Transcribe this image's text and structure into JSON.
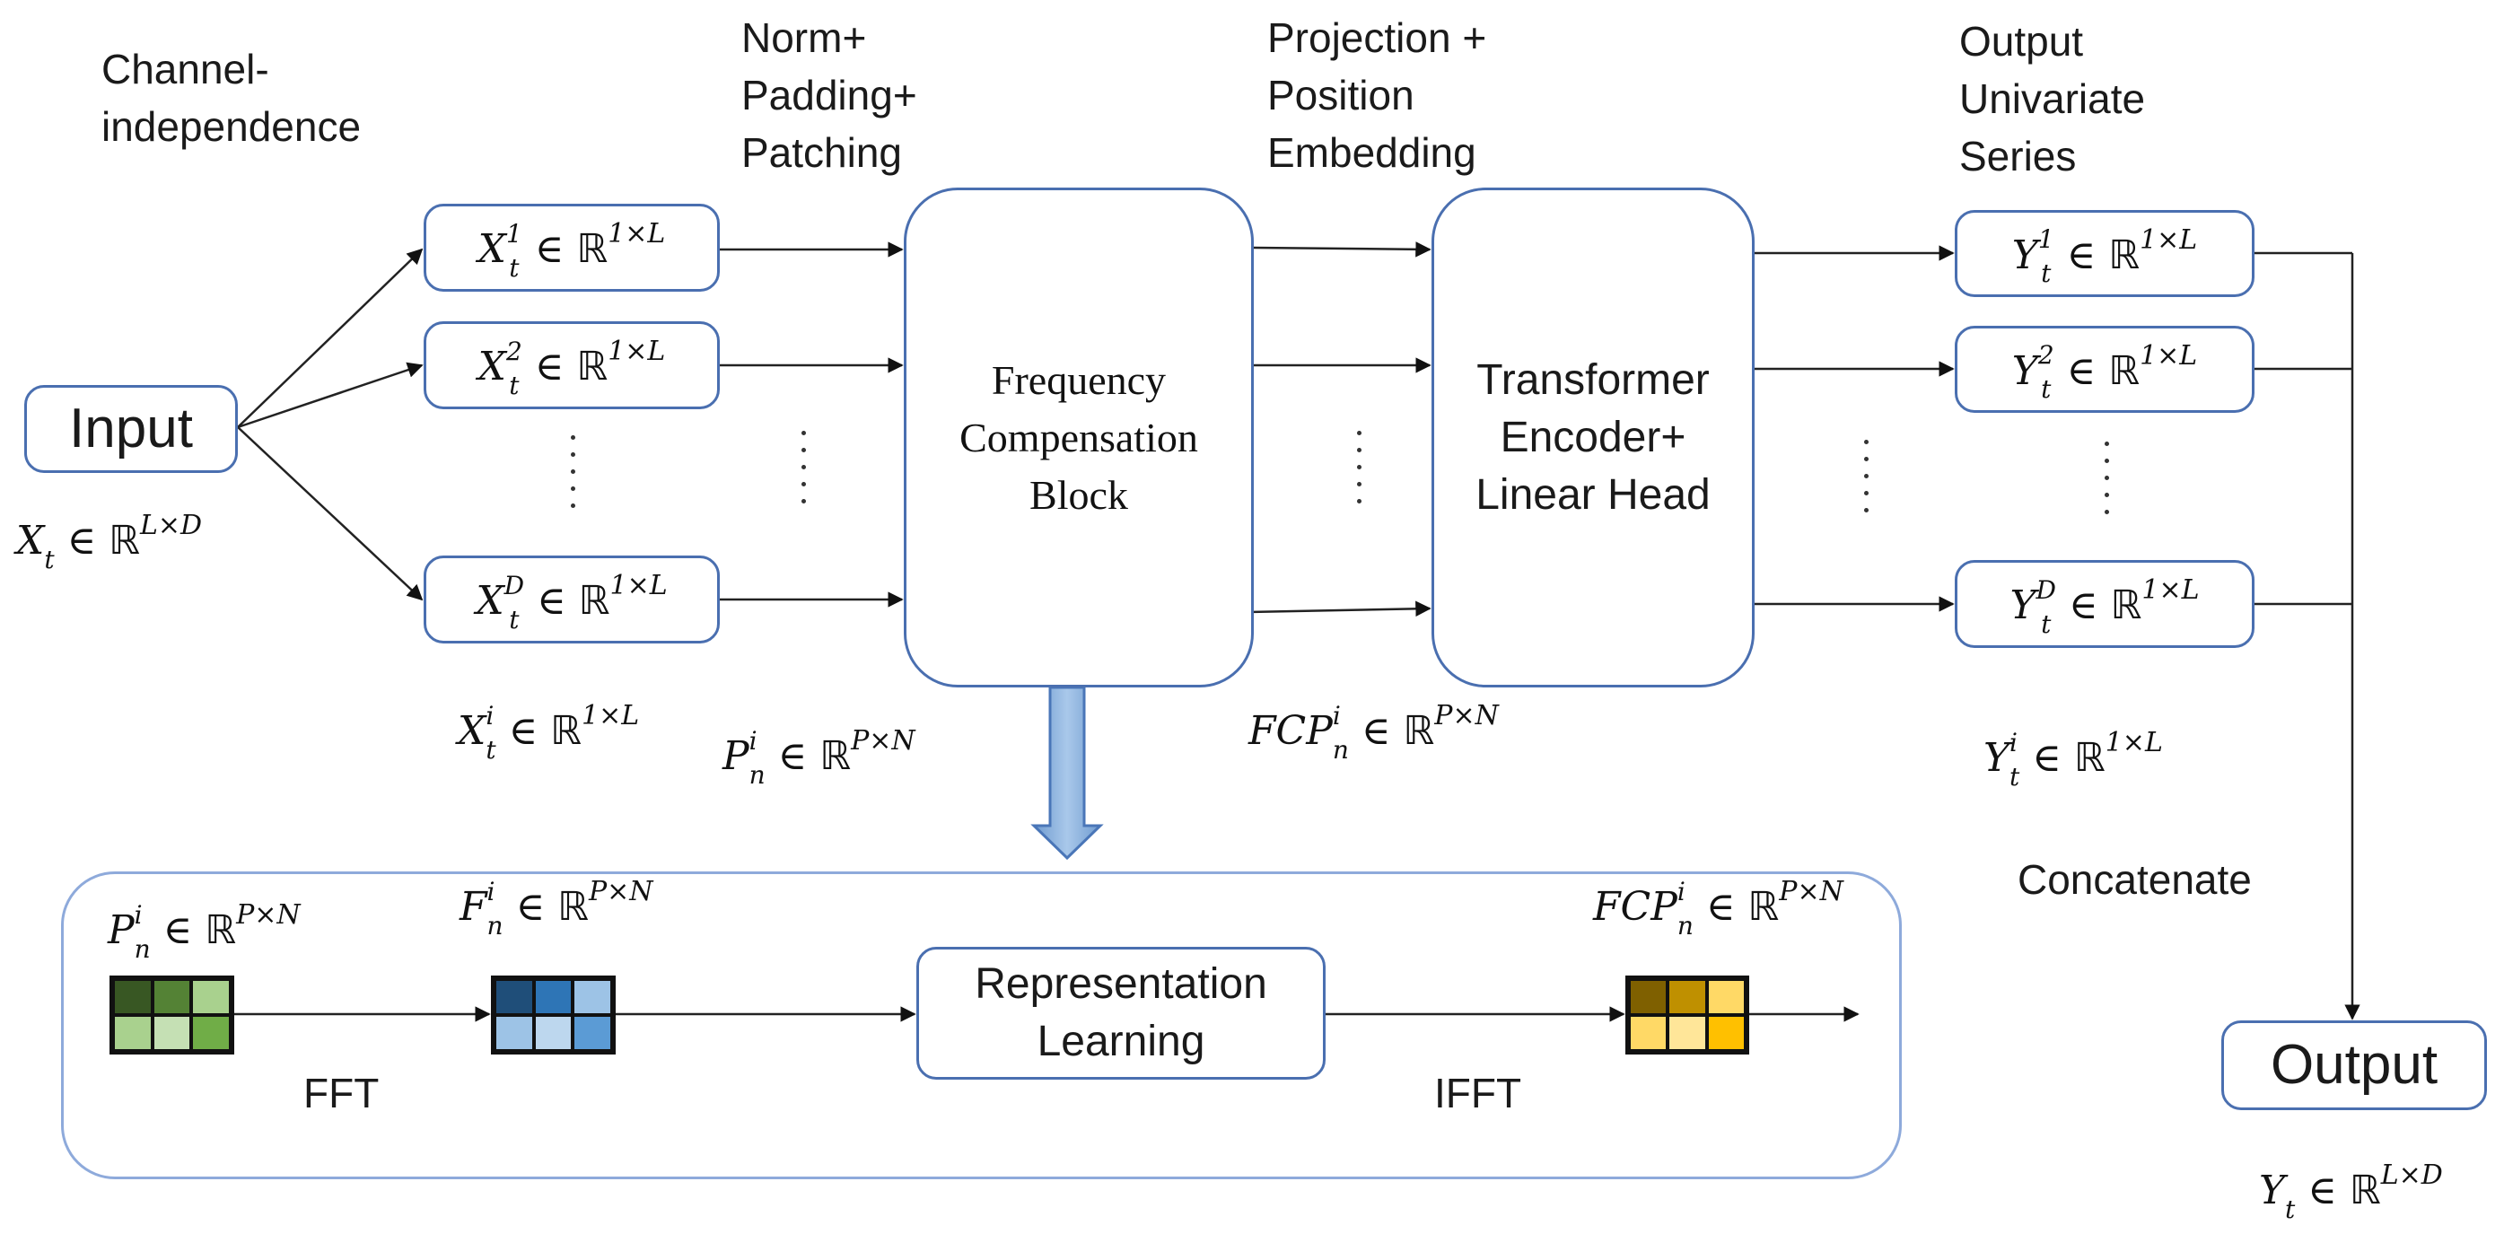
{
  "top_labels": {
    "channel_independence": "Channel-\nindependence",
    "norm_padding_patching": "Norm+\nPadding+\nPatching",
    "projection_embedding": "Projection +\nPosition\nEmbedding",
    "output_univariate": "Output\nUnivariate\nSeries"
  },
  "input": {
    "label": "Input",
    "shape": {
      "var": "X",
      "sub": "t",
      "sup": "",
      "space": "L×D"
    }
  },
  "channel_boxes": [
    {
      "var": "X",
      "sub": "t",
      "sup": "1",
      "space": "1×L"
    },
    {
      "var": "X",
      "sub": "t",
      "sup": "2",
      "space": "1×L"
    },
    {
      "var": "X",
      "sub": "t",
      "sup": "D",
      "space": "1×L"
    }
  ],
  "fcb": {
    "label": "Frequency\nCompensation\nBlock"
  },
  "transformer": {
    "label": "Transformer\nEncoder+\nLinear Head"
  },
  "output_boxes": [
    {
      "var": "Y",
      "sub": "t",
      "sup": "1",
      "space": "1×L"
    },
    {
      "var": "Y",
      "sub": "t",
      "sup": "2",
      "space": "1×L"
    },
    {
      "var": "Y",
      "sub": "t",
      "sup": "D",
      "space": "1×L"
    }
  ],
  "shape_labels": {
    "x_i": {
      "var": "X",
      "sub": "t",
      "sup": "i",
      "space": "1×L"
    },
    "p_i": {
      "var": "P",
      "sub": "n",
      "sup": "i",
      "space": "P×N"
    },
    "fcp_i": {
      "var": "FCP",
      "sub": "n",
      "sup": "i",
      "space": "P×N"
    },
    "y_i": {
      "var": "Y",
      "sub": "t",
      "sup": "i",
      "space": "1×L"
    }
  },
  "concatenate": "Concatenate",
  "output": {
    "label": "Output",
    "shape": {
      "var": "Y",
      "sub": "t",
      "sup": "",
      "space": "L×D"
    }
  },
  "detail_panel": {
    "p_label": {
      "var": "P",
      "sub": "n",
      "sup": "i",
      "space": "P×N"
    },
    "f_label": {
      "var": "F",
      "sub": "n",
      "sup": "i",
      "space": "P×N"
    },
    "fcp_label": {
      "var": "FCP",
      "sub": "n",
      "sup": "i",
      "space": "P×N"
    },
    "representation_learning": "Representation\nLearning",
    "fft": "FFT",
    "ifft": "IFFT",
    "grids": {
      "patch": [
        "#385723",
        "#548235",
        "#a9d18e",
        "#a9d18e",
        "#c5e0b4",
        "#70ad47"
      ],
      "freq": [
        "#1f4e79",
        "#2e75b6",
        "#9dc3e6",
        "#9dc3e6",
        "#bdd7ee",
        "#5b9bd5"
      ],
      "fcp": [
        "#7f6000",
        "#bf9000",
        "#ffd966",
        "#ffd966",
        "#ffe699",
        "#ffc000"
      ]
    }
  },
  "colors": {
    "box_border": "#4a6fb0",
    "panel_border": "#8eaadb",
    "arrow_fill": "#9dc3e6",
    "line": "#222222"
  }
}
